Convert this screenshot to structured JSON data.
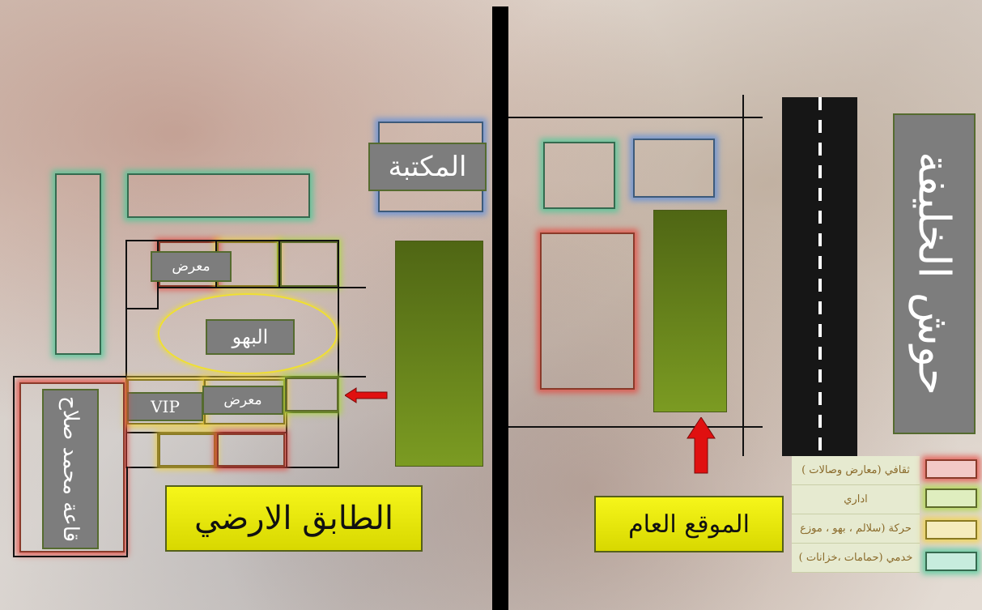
{
  "left_plan": {
    "library": "المكتبة",
    "exhibit_top": "معرض",
    "lobby": "البهو",
    "vip": "VIP",
    "exhibit_bottom": "معرض",
    "hall": "قاعة محمد صلاح",
    "title": "الطابق الارضي"
  },
  "right_plan": {
    "title": "الموقع العام",
    "street_name": "حوش الخليفة"
  },
  "legend": [
    {
      "label": "ثقافي (معارض وصالات )",
      "category": "red"
    },
    {
      "label": "اداري",
      "category": "green"
    },
    {
      "label": "حركة (سلالم ، بهو ، موزع",
      "category": "yellow"
    },
    {
      "label": "خدمي (حمامات ،خزانات )",
      "category": "teal"
    }
  ],
  "colors": {
    "red": "#e6463c",
    "green": "#aad73c",
    "yellow": "#f0d23c",
    "teal": "#46c896",
    "blue": "#5a8cdc",
    "olive": "#6b8a1e",
    "label_gray": "#7d7d7d",
    "title_yellow": "#f0f020",
    "arrow_red": "#e01010"
  }
}
